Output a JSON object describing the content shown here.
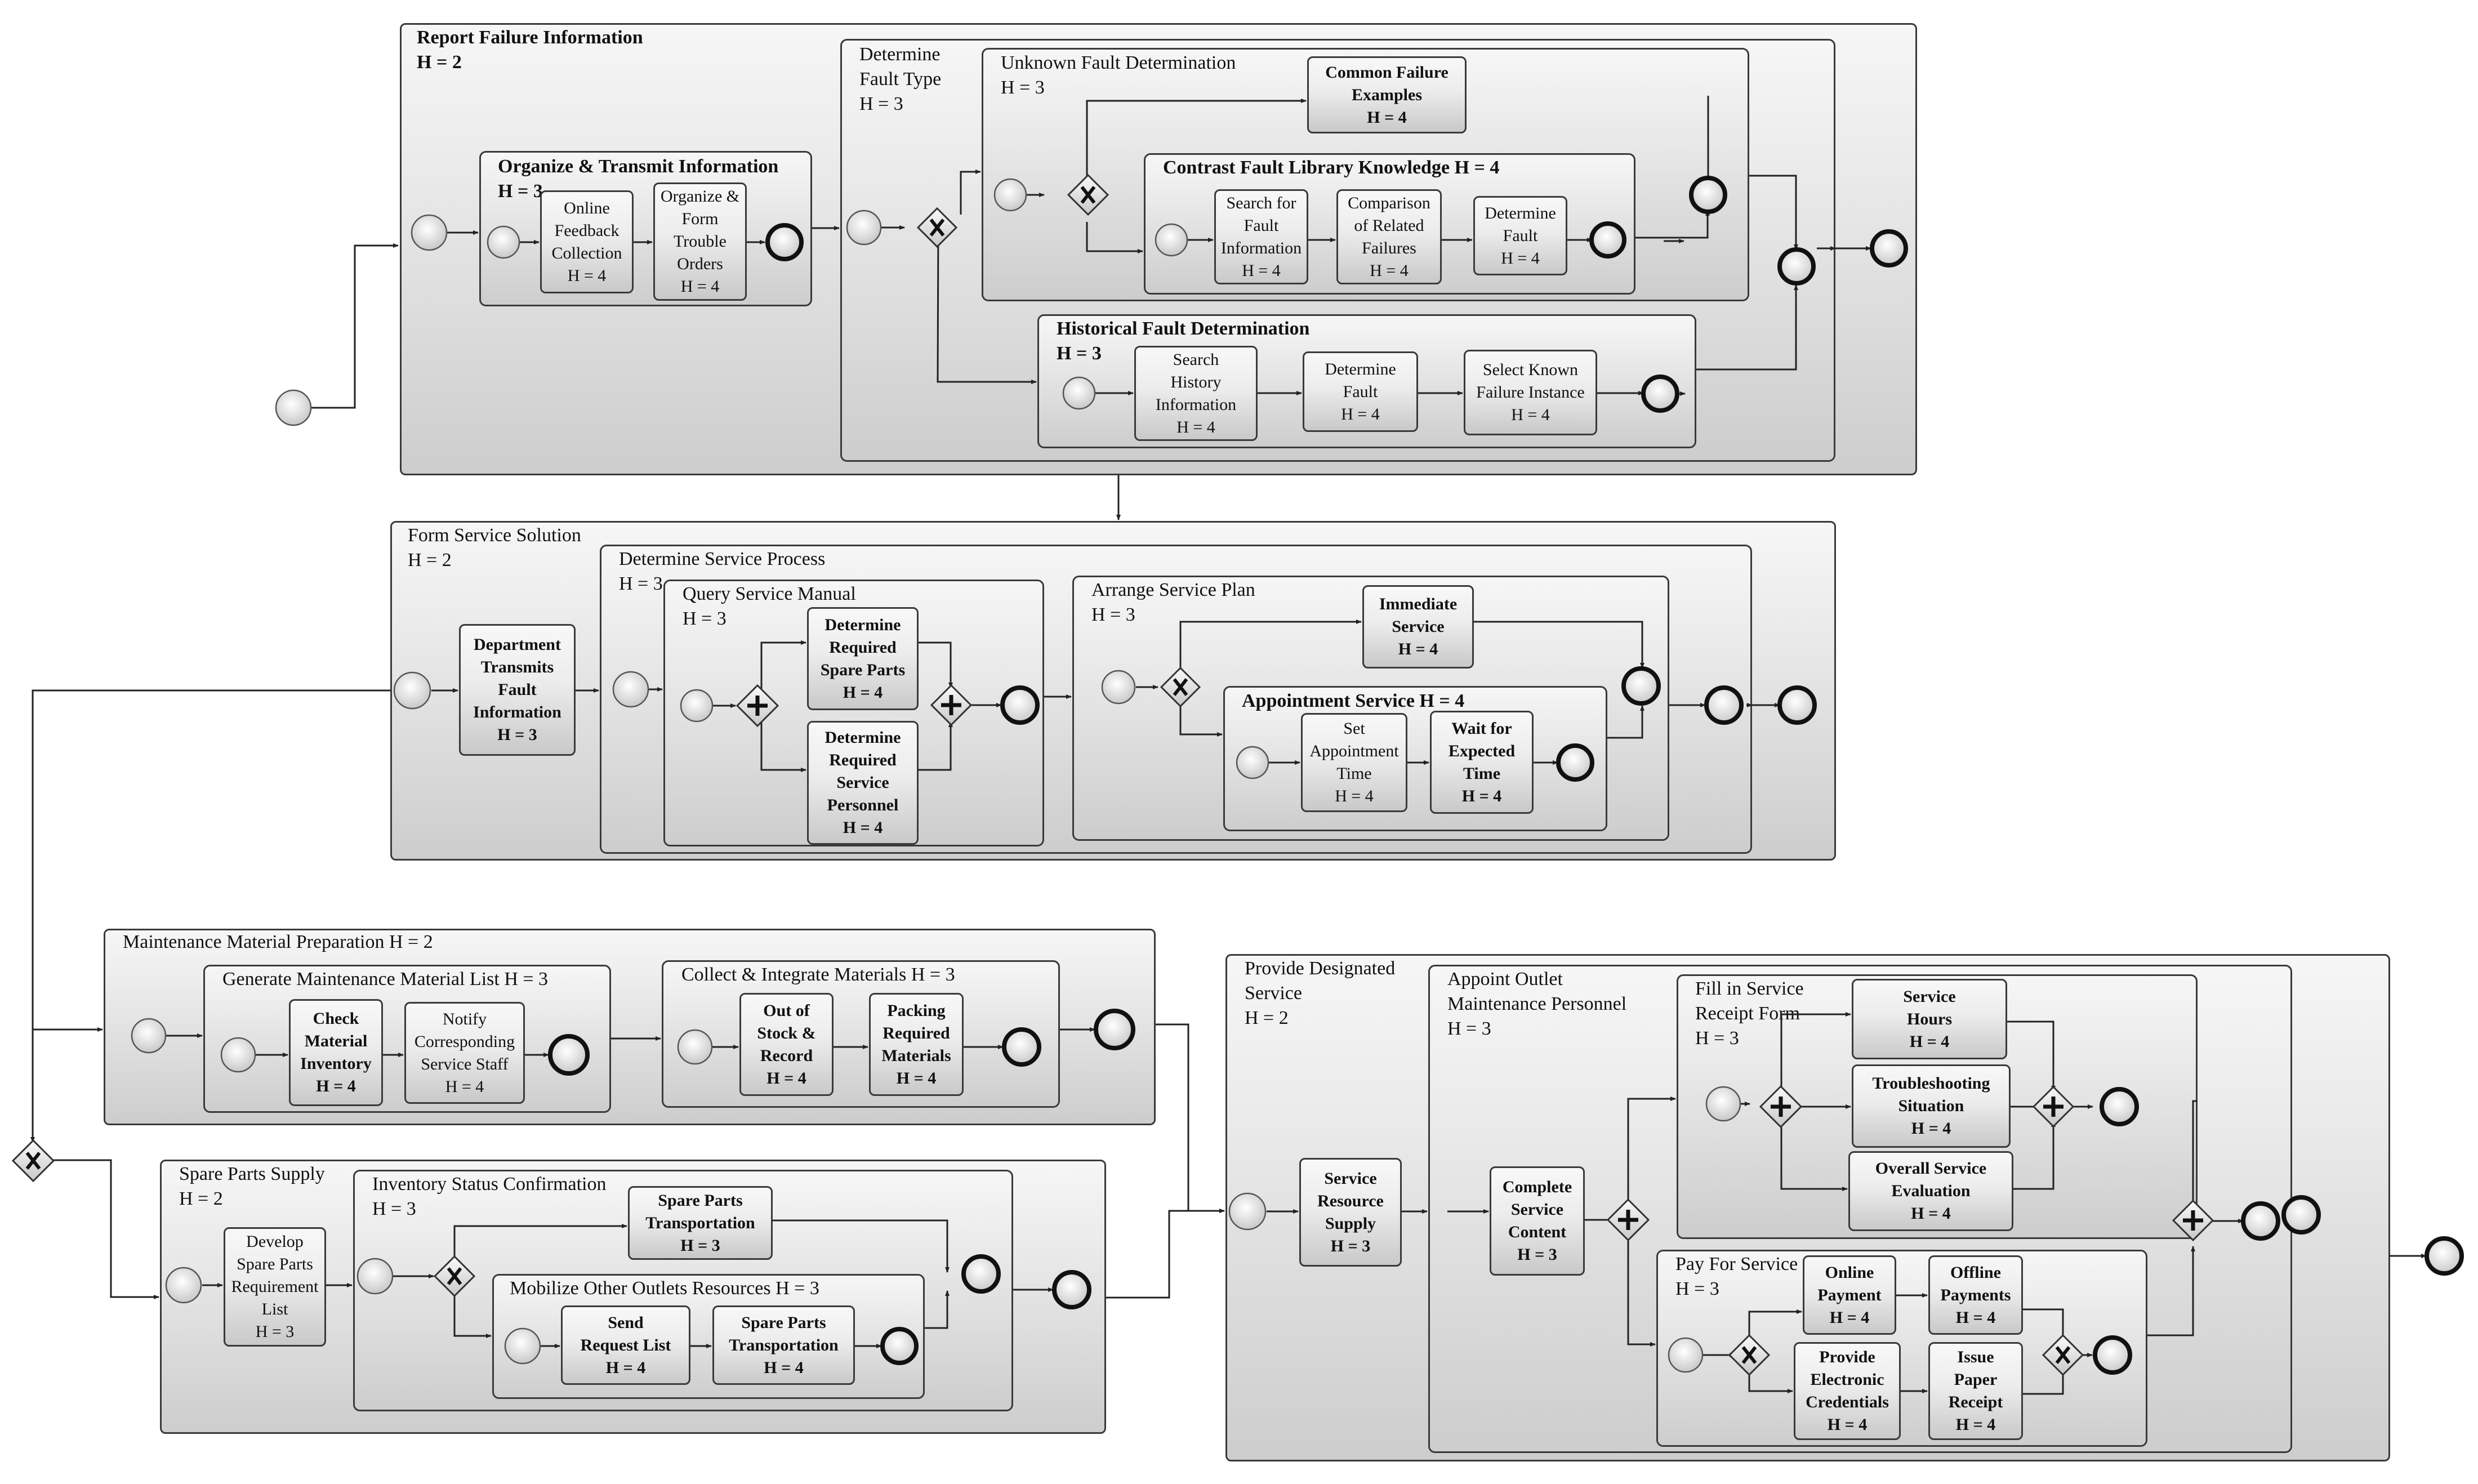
{
  "containers": {
    "report_failure": "Report Failure Information\nH = 2",
    "organize_transmit": "Organize & Transmit Information\nH = 3",
    "determine_fault_type": "Determine\nFault Type\nH = 3",
    "unknown_fault": "Unknown Fault Determination\nH = 3",
    "contrast_fault": "Contrast Fault Library Knowledge H = 4",
    "historical_fault": "Historical Fault Determination\nH = 3",
    "form_service_solution": "Form Service Solution\nH = 2",
    "determine_service_process": "Determine Service Process\nH = 3",
    "query_service_manual": "Query Service Manual\nH = 3",
    "arrange_service_plan": "Arrange Service Plan\nH = 3",
    "appointment_service": "Appointment Service H = 4",
    "maintenance_material": "Maintenance Material Preparation  H = 2",
    "generate_list": "Generate Maintenance Material List H = 3",
    "collect_integrate": "Collect & Integrate Materials H = 3",
    "spare_parts_supply": "Spare Parts Supply\nH = 2",
    "inventory_status": "Inventory Status Confirmation\nH = 3",
    "mobilize_outlets": "Mobilize Other Outlets Resources H = 3",
    "provide_designated": "Provide Designated\nService\nH = 2",
    "appoint_outlet": "Appoint Outlet\nMaintenance Personnel\nH = 3",
    "fill_receipt": "Fill in Service\nReceipt Form\nH = 3",
    "pay_for_service": "Pay For Service\nH = 3"
  },
  "tasks": {
    "online_feedback": "Online\nFeedback\nCollection\nH = 4",
    "organize_orders": "Organize &\nForm\nTrouble\nOrders\nH = 4",
    "common_failure": "Common Failure\nExamples\nH = 4",
    "search_fault_info": "Search for\nFault\nInformation\nH = 4",
    "comparison_failures": "Comparison\nof Related\nFailures\nH = 4",
    "determine_fault_a": "Determine\nFault\nH = 4",
    "search_history": "Search\nHistory\nInformation\nH = 4",
    "determine_fault_b": "Determine\nFault\nH = 4",
    "select_failure": "Select Known\nFailure Instance\nH = 4",
    "department_transmits": "Department\nTransmits\nFault\nInformation\nH = 3",
    "required_parts": "Determine\nRequired\nSpare Parts\nH = 4",
    "required_personnel": "Determine\nRequired\nService\nPersonnel\nH = 4",
    "immediate_service": "Immediate\nService\nH = 4",
    "set_appointment": "Set\nAppointment\nTime\nH = 4",
    "wait_expected": "Wait for\nExpected\nTime\nH = 4",
    "check_inventory": "Check\nMaterial\nInventory\nH = 4",
    "notify_staff": "Notify\nCorresponding\nService Staff\nH = 4",
    "out_of_stock": "Out of\nStock &\nRecord\nH = 4",
    "packing_materials": "Packing\nRequired\nMaterials\nH = 4",
    "develop_list": "Develop\nSpare Parts\nRequirement\nList\nH = 3",
    "spare_transport_a": "Spare Parts\nTransportation\nH = 3",
    "send_request": "Send\nRequest List\nH = 4",
    "spare_transport_b": "Spare Parts\nTransportation\nH = 4",
    "service_resource": "Service\nResource\nSupply\nH = 3",
    "complete_content": "Complete\nService\nContent\nH = 3",
    "service_hours": "Service\nHours\nH = 4",
    "troubleshooting": "Troubleshooting\nSituation\nH = 4",
    "overall_evaluation": "Overall Service\nEvaluation\nH = 4",
    "online_payment": "Online\nPayment\nH = 4",
    "offline_payments": "Offline\nPayments\nH = 4",
    "electronic_credentials": "Provide\nElectronic\nCredentials\nH = 4",
    "paper_receipt": "Issue\nPaper\nReceipt\nH = 4"
  },
  "gateway_symbols": {
    "exclusive": "X",
    "parallel": "+"
  }
}
